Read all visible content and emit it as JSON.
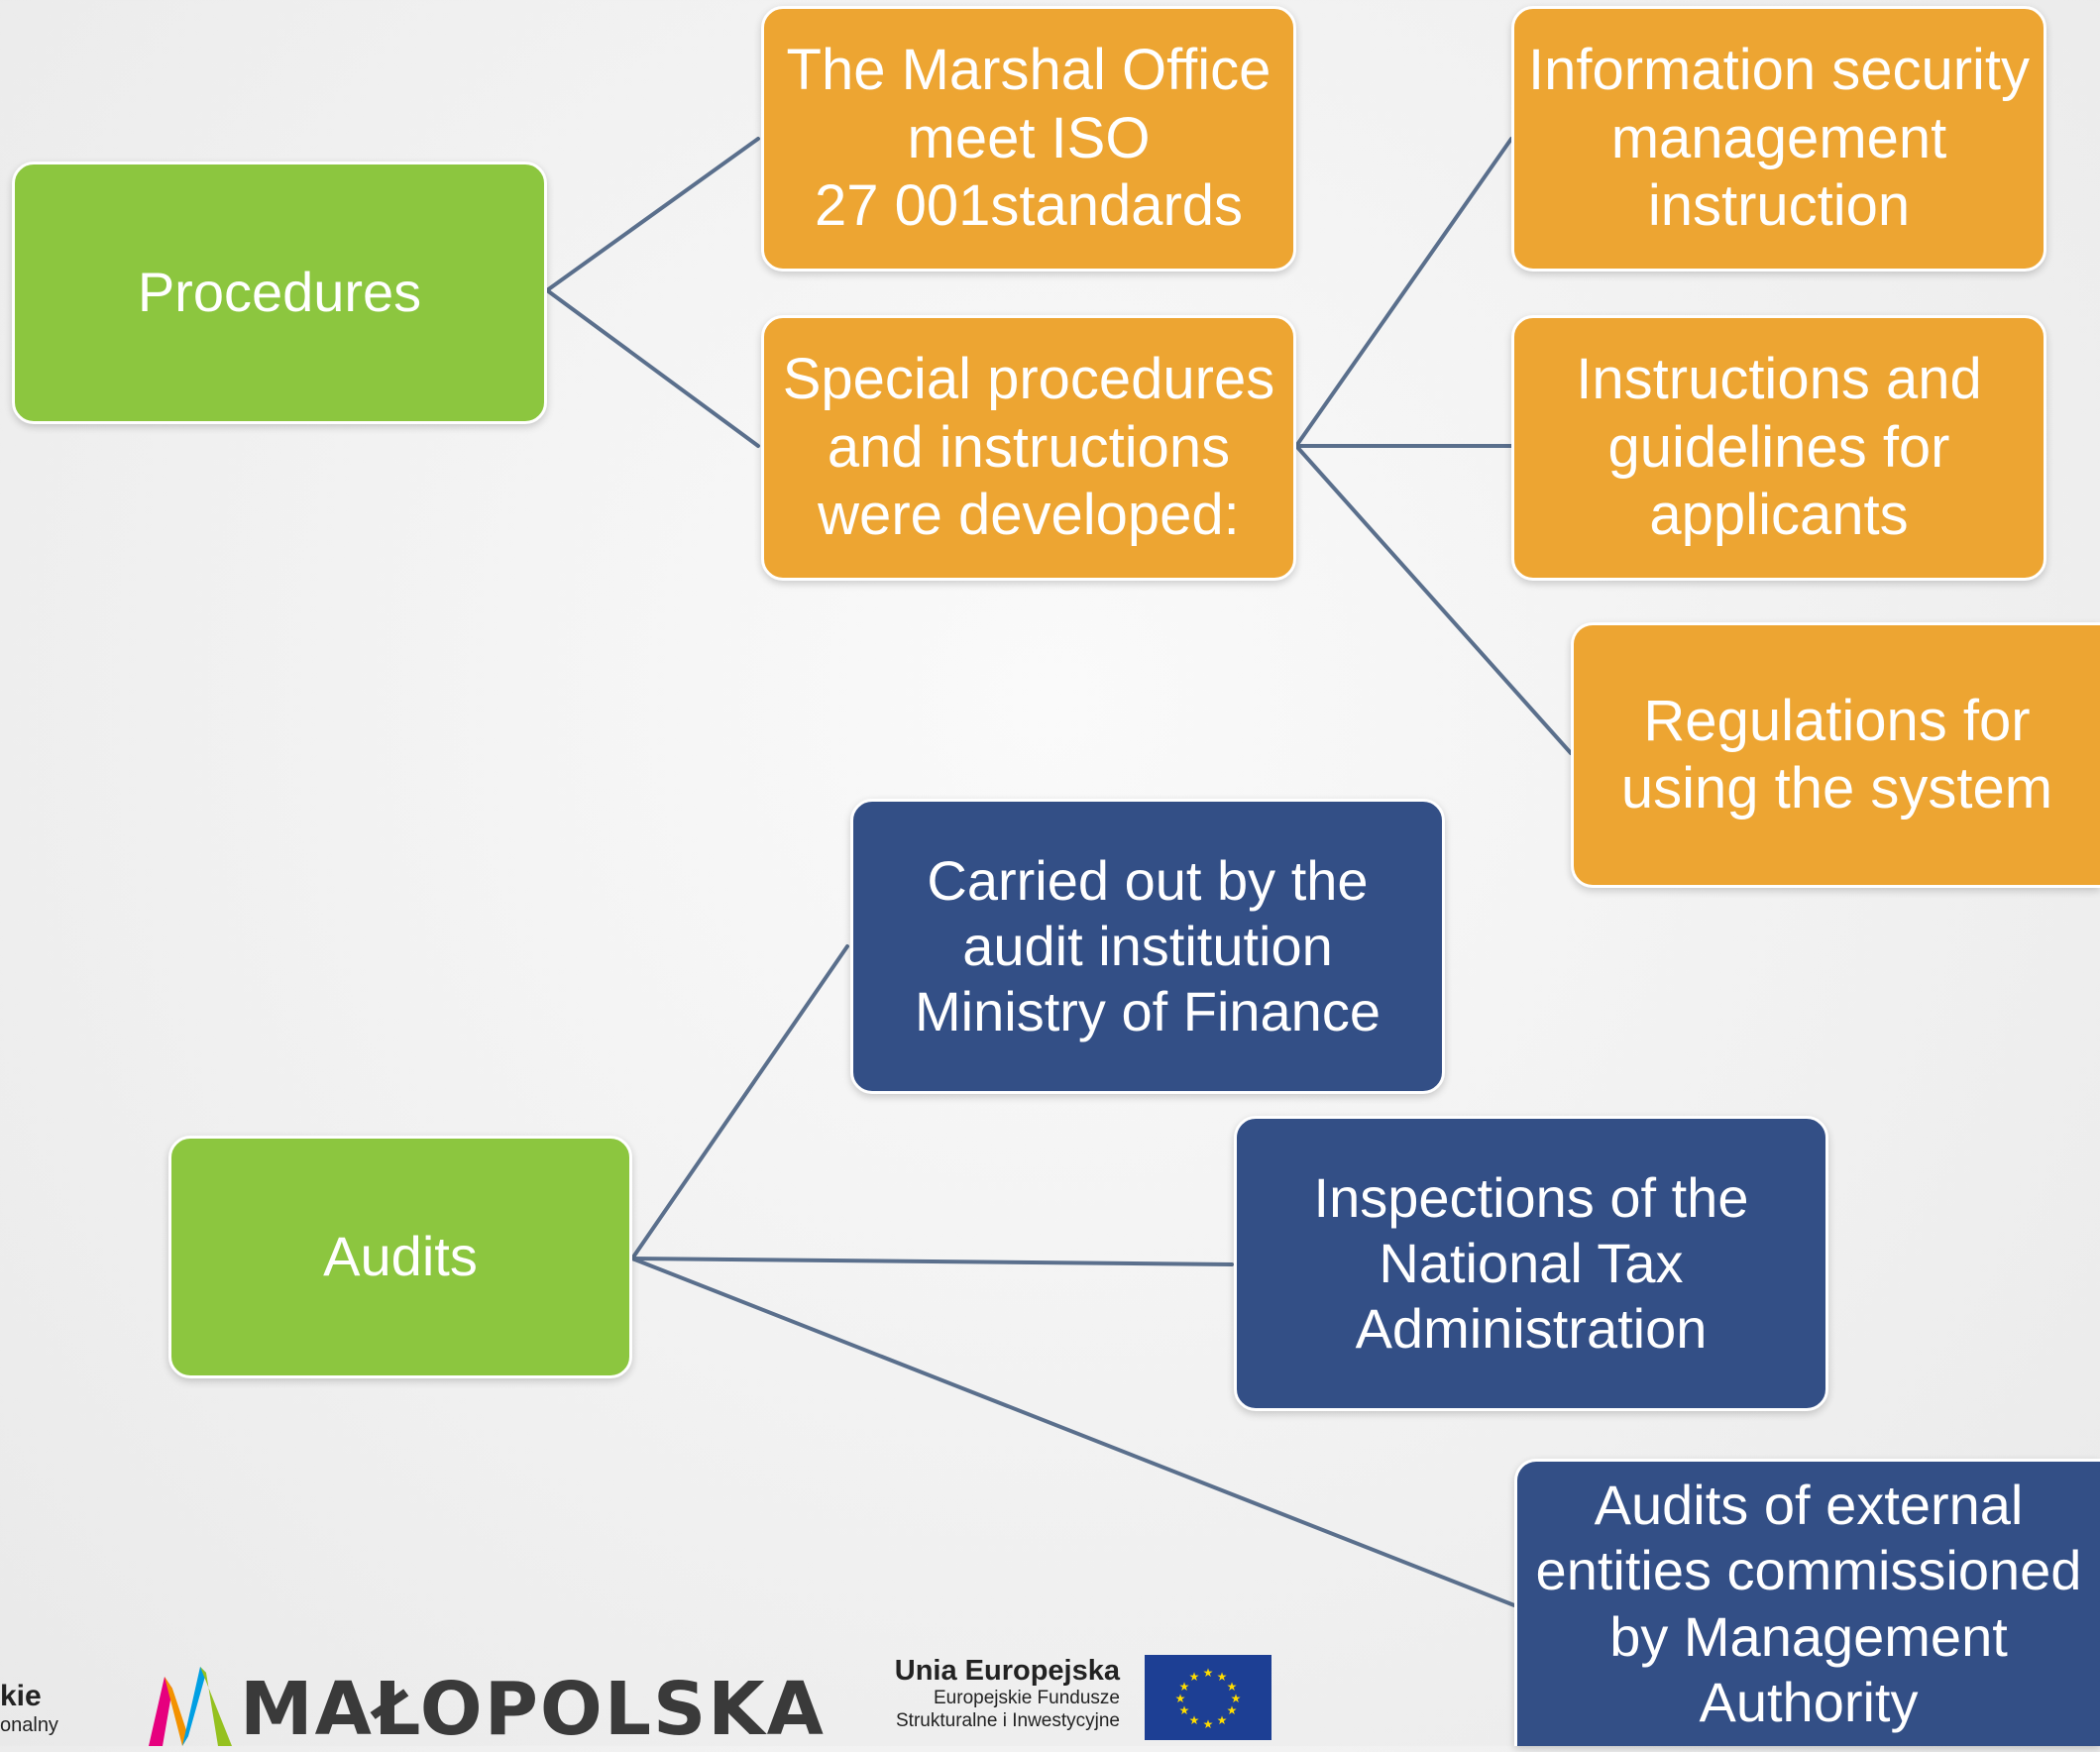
{
  "diagram": {
    "procedures": {
      "root": "Procedures",
      "iso": "The Marshal Office\nmeet ISO\n27 001standards",
      "special": "Special procedures\nand instructions\nwere developed:",
      "info_security": "Information security\nmanagement\ninstruction",
      "applicants": "Instructions and\nguidelines for\napplicants",
      "regulations": "Regulations for\nusing the system"
    },
    "audits": {
      "root": "Audits",
      "ministry": "Carried out by the\naudit institution\nMinistry of Finance",
      "tax": "Inspections of the\nNational Tax\nAdministration",
      "external": "Audits of external\nentities commissioned\nby Management\nAuthority"
    }
  },
  "footer": {
    "left_fragment_line1": "kie",
    "left_fragment_line2": "onalny",
    "malopolska": "MAŁOPOLSKA",
    "eu_title": "Unia Europejska",
    "eu_line1": "Europejskie Fundusze",
    "eu_line2": "Strukturalne i Inwestycyjne"
  },
  "colors": {
    "root": "#8cc63f",
    "procedure_child": "#eda532",
    "audit_child": "#334f86",
    "connector": "#5a6f8c"
  }
}
